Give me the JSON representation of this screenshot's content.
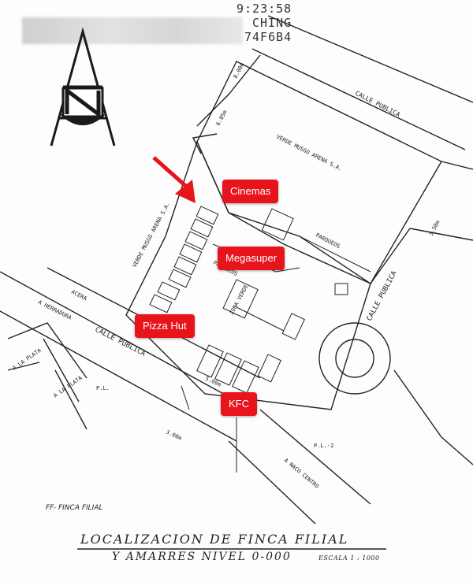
{
  "header": {
    "time": "9:23:58",
    "name": "CHING",
    "code": "74F6B4"
  },
  "north_symbol": "N",
  "streets": {
    "calle_publica_top": "CALLE PUBLICA",
    "calle_publica_left": "CALLE PUBLICA",
    "calle_publica_right": "CALLE PUBLICA",
    "a_herradura": "A HERRADURA",
    "a_la_plata_1": "A LA PLATA",
    "a_la_plata_2": "A LA PLATA",
    "a_naco_centro": "A NACO CENTRO"
  },
  "labels": {
    "verde_musgo_top": "VERDE MUSGO ARENA S.A.",
    "verde_musgo_left": "VERDE MUSGO ARENA S.A.",
    "parqueos": "PARQUEOS",
    "acera": "ACERA",
    "zona_verde": "ZONA VERDE",
    "pl": "P.L.",
    "pl2": "P.L.-2",
    "dim_1": "8.00m",
    "dim_2": "6.05m",
    "dim_3": "3.00m",
    "dim_4": "3.50m",
    "dim_5": "5.00m"
  },
  "stores": [
    {
      "name": "Cinemas",
      "icon": "red-label"
    },
    {
      "name": "Megasuper",
      "icon": "red-label"
    },
    {
      "name": "Pizza Hut",
      "icon": "red-label"
    },
    {
      "name": "KFC",
      "icon": "red-label"
    }
  ],
  "legend": "FF- FINCA FILIAL",
  "footer": {
    "title_1": "LOCALIZACION DE FINCA FILIAL",
    "title_2": "Y AMARRES NIVEL 0-000",
    "scale": "ESCALA 1 : 1000"
  },
  "colors": {
    "tag": "#e8141c",
    "ink": "#222222",
    "arrow": "#e8141c"
  }
}
